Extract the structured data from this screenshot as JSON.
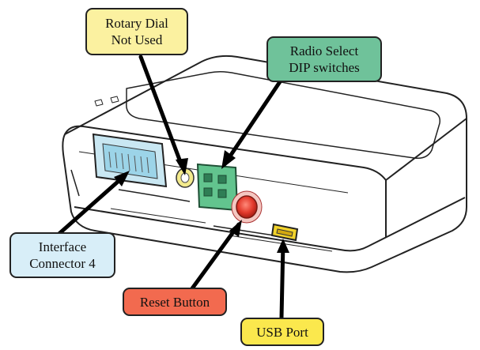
{
  "callouts": {
    "rotary_dial": {
      "line1": "Rotary Dial",
      "line2": "Not Used",
      "color": "#fbf1a0"
    },
    "radio_select": {
      "line1": "Radio Select",
      "line2": "DIP switches",
      "color": "#6fc29a"
    },
    "interface_connector": {
      "line1": "Interface",
      "line2": "Connector 4",
      "color": "#d8eef8"
    },
    "reset_button": {
      "line1": "Reset Button",
      "color": "#f26a4f"
    },
    "usb_port": {
      "line1": "USB Port",
      "color": "#fbe84d"
    }
  },
  "component_colors": {
    "dip_switch": "#62c48e",
    "reset_button": "#e33a2c",
    "usb_port": "#f2d32b",
    "rotary_dial": "#f3ea8c"
  }
}
